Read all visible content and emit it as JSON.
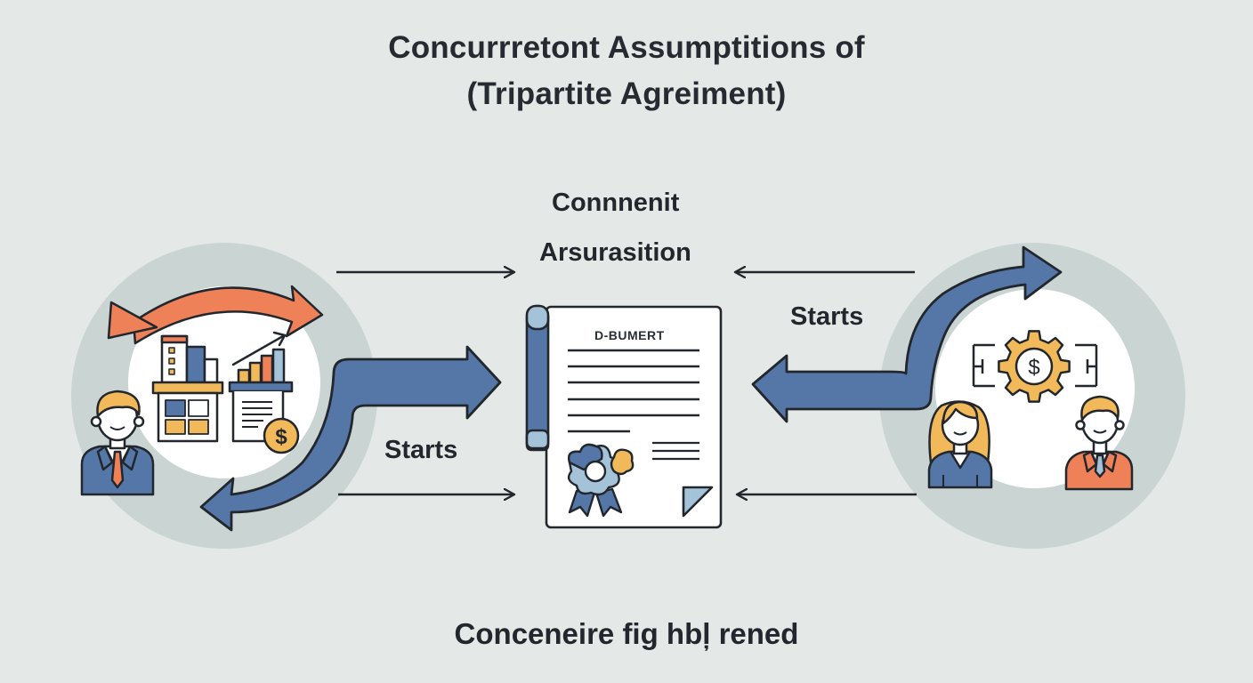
{
  "diagram": {
    "title_line1": "Concurrretont Assumptitions of",
    "title_line2": "(Tripartite Agreiment)",
    "center_label_top": "Connnenit",
    "center_label_bottom": "Arsurasition",
    "left_flow_label": "Starts",
    "right_flow_label": "Starts",
    "document_title": "D-BUMERT",
    "footer": "Conceneire fig hbl̦ rened",
    "nodes": [
      {
        "id": "left-party",
        "description": "Businessman with building and financial report icons",
        "icons": [
          "businessman-avatar",
          "office-building-icon",
          "bar-chart-growth-icon",
          "report-document-icon",
          "dollar-coin-icon",
          "orange-cycle-arrow"
        ]
      },
      {
        "id": "center-document",
        "description": "Agreement document with seal ribbon",
        "icons": [
          "scroll-document-icon",
          "seal-ribbon-icon",
          "folded-corner"
        ]
      },
      {
        "id": "right-party",
        "description": "Two people with dollar gear",
        "icons": [
          "woman-avatar",
          "man-avatar",
          "dollar-gear-icon",
          "bracket-icon"
        ]
      }
    ],
    "connections": [
      {
        "from": "left-party",
        "to": "center-document",
        "style": "thin-arrow",
        "position": "top"
      },
      {
        "from": "right-party",
        "to": "center-document",
        "style": "thin-arrow",
        "position": "top"
      },
      {
        "from": "left-party",
        "to": "center-document",
        "style": "thick-blue-arrow",
        "label": "Starts"
      },
      {
        "from": "right-party",
        "to": "center-document",
        "style": "thick-blue-arrow",
        "label": "Starts"
      },
      {
        "from": "left-party",
        "to": "center-document",
        "style": "thin-arrow",
        "position": "bottom"
      },
      {
        "from": "right-party",
        "to": "center-document",
        "style": "thin-arrow",
        "position": "bottom"
      }
    ],
    "colors": {
      "background": "#e4e8e7",
      "ring": "#c9d4d3",
      "blue": "#5577a8",
      "light_blue": "#a5c3d8",
      "orange": "#ef8158",
      "yellow": "#f2b95a",
      "outline": "#22272d"
    }
  }
}
